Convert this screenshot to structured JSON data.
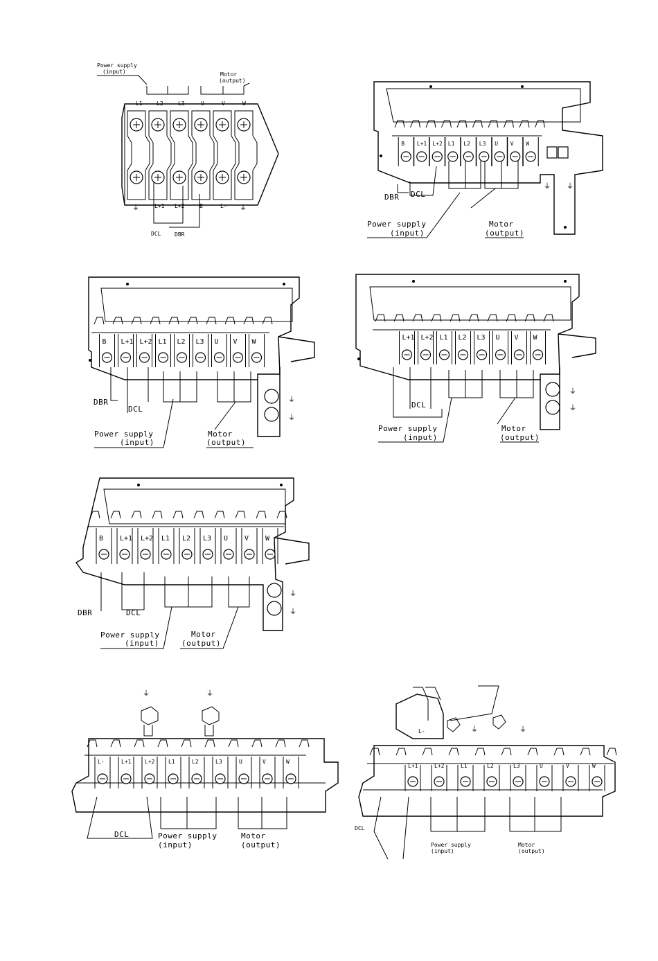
{
  "diagrams": [
    {
      "id": "d1",
      "top_terminals": [
        "L1",
        "L2",
        "L3",
        "U",
        "V",
        "W"
      ],
      "bottom_terminals": [
        "⏚",
        "L+1",
        "L+2",
        "B",
        "L-",
        "⏚"
      ],
      "labels": {
        "power_supply": "Power supply",
        "power_supply_sub": "(input)",
        "motor": "Motor",
        "motor_sub": "(output)",
        "dcl": "DCL",
        "dbr": "DBR"
      }
    },
    {
      "id": "d2",
      "terminals": [
        "B",
        "L+1",
        "L+2",
        "L1",
        "L2",
        "L3",
        "U",
        "V",
        "W"
      ],
      "labels": {
        "dbr": "DBR",
        "dcl": "DCL",
        "power_supply": "Power supply",
        "power_supply_sub": "(input)",
        "motor": "Motor",
        "motor_sub": "(output)"
      }
    },
    {
      "id": "d3",
      "terminals": [
        "B",
        "L+1",
        "L+2",
        "L1",
        "L2",
        "L3",
        "U",
        "V",
        "W"
      ],
      "labels": {
        "dbr": "DBR",
        "dcl": "DCL",
        "power_supply": "Power supply",
        "power_supply_sub": "(input)",
        "motor": "Motor",
        "motor_sub": "(output)"
      }
    },
    {
      "id": "d4",
      "terminals": [
        "L+1",
        "L+2",
        "L1",
        "L2",
        "L3",
        "U",
        "V",
        "W"
      ],
      "labels": {
        "dcl": "DCL",
        "power_supply": "Power supply",
        "power_supply_sub": "(input)",
        "motor": "Motor",
        "motor_sub": "(output)"
      }
    },
    {
      "id": "d5",
      "terminals": [
        "B",
        "L+1",
        "L+2",
        "L1",
        "L2",
        "L3",
        "U",
        "V",
        "W"
      ],
      "labels": {
        "dbr": "DBR",
        "dcl": "DCL",
        "power_supply": "Power supply",
        "power_supply_sub": "(input)",
        "motor": "Motor",
        "motor_sub": "(output)"
      }
    },
    {
      "id": "d6",
      "terminals": [
        "L-",
        "L+1",
        "L+2",
        "L1",
        "L2",
        "L3",
        "U",
        "V",
        "W"
      ],
      "labels": {
        "dcl": "DCL",
        "power_supply": "Power supply",
        "power_supply_sub": "(input)",
        "motor": "Motor",
        "motor_sub": "(output)"
      }
    },
    {
      "id": "d7",
      "terminals": [
        "L+1",
        "L+2",
        "L1",
        "L2",
        "L3",
        "U",
        "V",
        "W"
      ],
      "top_label": "L-",
      "labels": {
        "dcl": "DCL",
        "power_supply": "Power supply",
        "power_supply_sub": "(input)",
        "motor": "Motor",
        "motor_sub": "(output)"
      }
    }
  ],
  "ground_symbol": "⏚"
}
